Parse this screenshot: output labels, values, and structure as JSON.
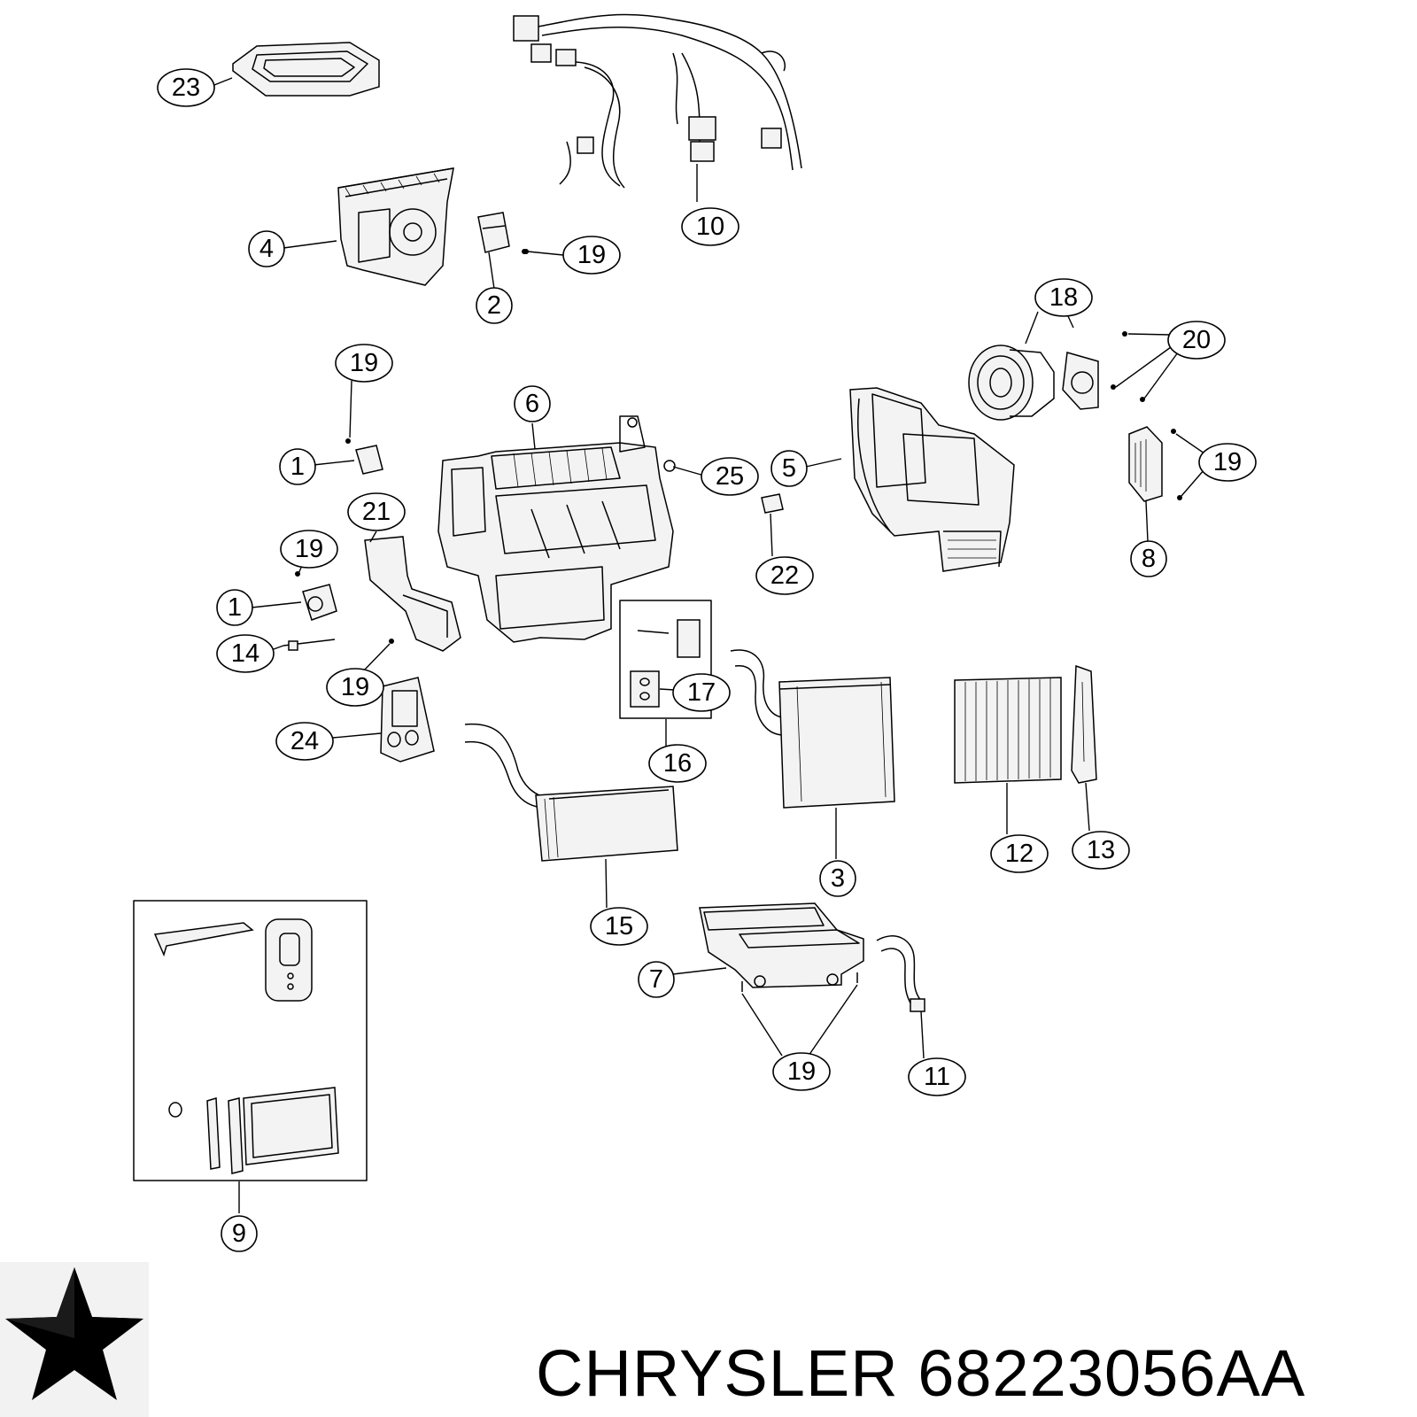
{
  "brand": {
    "name": "CHRYSLER",
    "part_number": "68223056AA",
    "logo_icon": "pentastar-logo"
  },
  "callouts": [
    {
      "id": "c23",
      "label": "23"
    },
    {
      "id": "c10",
      "label": "10"
    },
    {
      "id": "c4",
      "label": "4"
    },
    {
      "id": "c19a",
      "label": "19"
    },
    {
      "id": "c2",
      "label": "2"
    },
    {
      "id": "c18",
      "label": "18"
    },
    {
      "id": "c20",
      "label": "20"
    },
    {
      "id": "c19b",
      "label": "19"
    },
    {
      "id": "c6",
      "label": "6"
    },
    {
      "id": "c1a",
      "label": "1"
    },
    {
      "id": "c25",
      "label": "25"
    },
    {
      "id": "c5",
      "label": "5"
    },
    {
      "id": "c19c",
      "label": "19"
    },
    {
      "id": "c21",
      "label": "21"
    },
    {
      "id": "c22",
      "label": "22"
    },
    {
      "id": "c8",
      "label": "8"
    },
    {
      "id": "c19d",
      "label": "19"
    },
    {
      "id": "c1b",
      "label": "1"
    },
    {
      "id": "c14",
      "label": "14"
    },
    {
      "id": "c19e",
      "label": "19"
    },
    {
      "id": "c17",
      "label": "17"
    },
    {
      "id": "c24",
      "label": "24"
    },
    {
      "id": "c16",
      "label": "16"
    },
    {
      "id": "c12",
      "label": "12"
    },
    {
      "id": "c13",
      "label": "13"
    },
    {
      "id": "c3",
      "label": "3"
    },
    {
      "id": "c15",
      "label": "15"
    },
    {
      "id": "c7",
      "label": "7"
    },
    {
      "id": "c19f",
      "label": "19"
    },
    {
      "id": "c11",
      "label": "11"
    },
    {
      "id": "c9",
      "label": "9"
    }
  ]
}
